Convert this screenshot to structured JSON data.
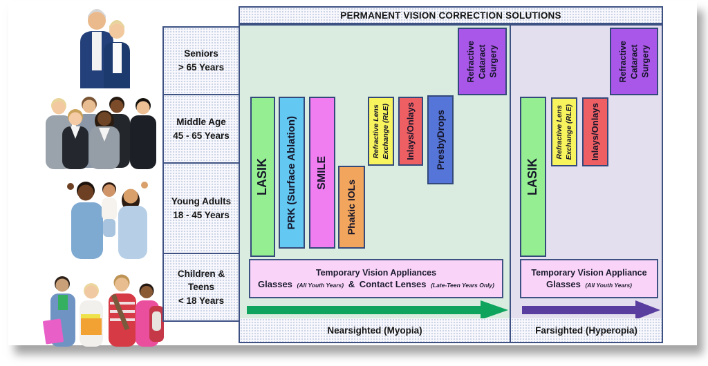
{
  "title": "PERMANENT VISION CORRECTION SOLUTIONS",
  "colors": {
    "border": "#3d5183",
    "myopia_bg": "#d9ecdf",
    "hyperopia_bg": "#e3dfee",
    "lasik": "#95ee92",
    "prk": "#63c9f2",
    "smile": "#f07ef0",
    "phakic_iols": "#f2a55c",
    "rle": "#f8f45e",
    "inlays_onlays": "#ee5f64",
    "presbydrops": "#5575d8",
    "cataract_surgery": "#a957e8",
    "appliance_box": "#fad4f8",
    "arrow_myopia": "#0ea45e",
    "arrow_hyperopia": "#5a3e9f"
  },
  "age_groups": [
    {
      "id": "seniors",
      "label": "Seniors\n> 65 Years"
    },
    {
      "id": "middle_age",
      "label": "Middle Age\n45 - 65 Years"
    },
    {
      "id": "young_adults",
      "label": "Young Adults\n18 - 45 Years"
    },
    {
      "id": "children_teens",
      "label": "Children &\nTeens\n< 18 Years"
    }
  ],
  "photos": [
    {
      "name": "senior-couple-photo",
      "depicts": "Senior couple"
    },
    {
      "name": "middle-age-group-photo",
      "depicts": "Middle-aged professionals"
    },
    {
      "name": "young-family-photo",
      "depicts": "Young adult parents with child giving thumbs up"
    },
    {
      "name": "teen-students-photo",
      "depicts": "Children and teens with backpacks and books"
    }
  ],
  "myopia": {
    "label": "Nearsighted (Myopia)",
    "bars": {
      "lasik": {
        "label": "LASIK",
        "age_span": "18 - 65"
      },
      "prk": {
        "label": "PRK  (Surface Ablation)",
        "age_span": "18 - 65"
      },
      "smile": {
        "label": "SMILE",
        "age_span": "18 - 65"
      },
      "phakic": {
        "label": "Phakic IOLs",
        "age_span": "18 - 45"
      },
      "rle": {
        "label": "Refractive Lens\nExchange (RLE)",
        "age_span": "45 - 65"
      },
      "inlays": {
        "label": "Inlays/Onlays",
        "age_span": "45 - 65"
      },
      "presbydrops": {
        "label": "PresbyDrops",
        "age_span": "45 - 65"
      },
      "cataract": {
        "label": "Refractive\nCataract\nSurgery",
        "age_span": "> 65"
      }
    },
    "appliances": {
      "title": "Temporary Vision Appliances",
      "item1": "Glasses",
      "item1_note": "(All Youth Years)",
      "joiner": "&",
      "item2": "Contact Lenses",
      "item2_note": "(Late-Teen Years Only)"
    }
  },
  "hyperopia": {
    "label": "Farsighted (Hyperopia)",
    "bars": {
      "lasik": {
        "label": "LASIK",
        "age_span": "18 - 65"
      },
      "rle": {
        "label": "Refractive Lens\nExchange (RLE)",
        "age_span": "45 - 65"
      },
      "inlays": {
        "label": "Inlays/Onlays",
        "age_span": "45 - 65"
      },
      "cataract": {
        "label": "Refractive\nCataract\nSurgery",
        "age_span": "> 65"
      }
    },
    "appliances": {
      "title": "Temporary Vision Appliance",
      "item1": "Glasses",
      "item1_note": "(All Youth Years)"
    }
  }
}
